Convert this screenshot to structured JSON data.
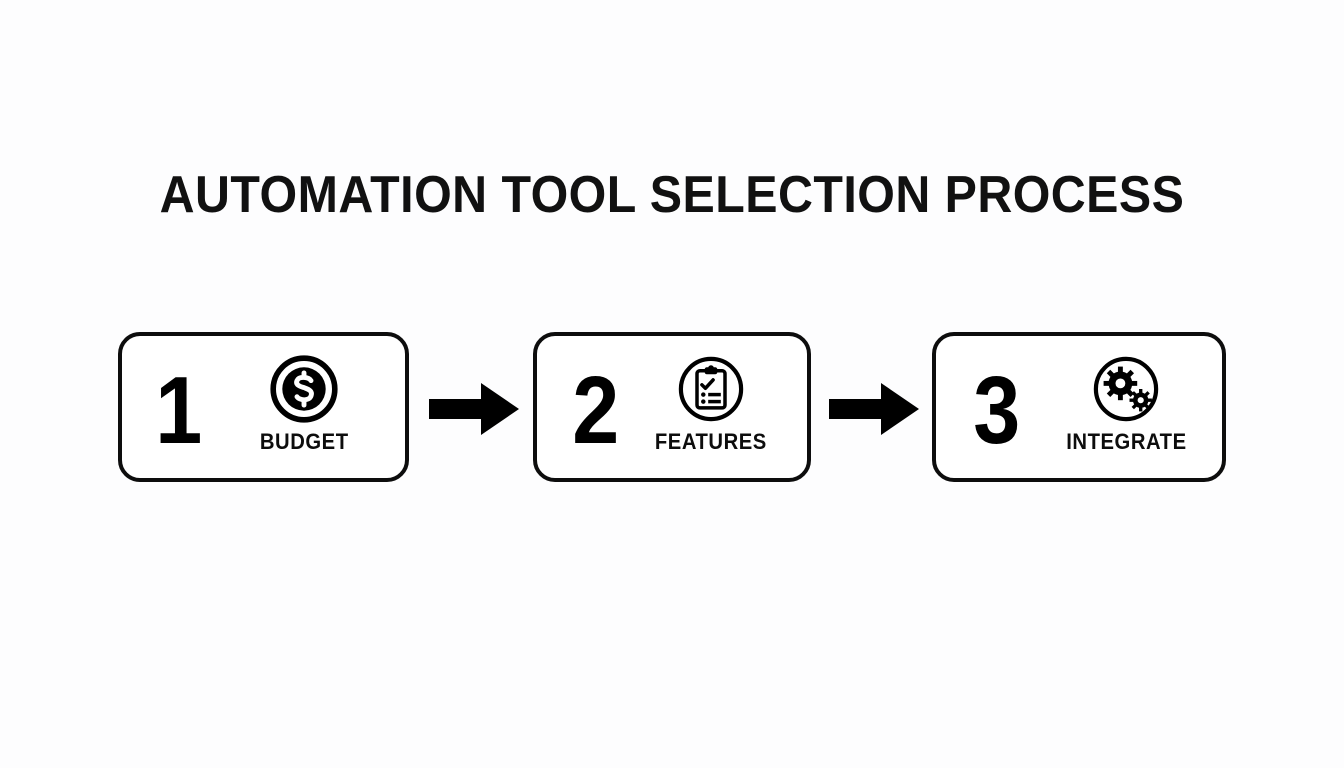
{
  "page": {
    "title": "AUTOMATION TOOL SELECTION PROCESS",
    "background_color": "#fdfdfe",
    "ink_color": "#0d0d0d"
  },
  "diagram": {
    "type": "linear-process-flow",
    "step_count": 3,
    "steps": [
      {
        "number": "1",
        "label": "BUDGET",
        "icon": "dollar-coin-icon"
      },
      {
        "number": "2",
        "label": "FEATURES",
        "icon": "clipboard-checklist-icon"
      },
      {
        "number": "3",
        "label": "INTEGRATE",
        "icon": "gears-icon"
      }
    ],
    "connectors": [
      {
        "icon": "arrow-right-icon",
        "from": "1",
        "to": "2"
      },
      {
        "icon": "arrow-right-icon",
        "from": "2",
        "to": "3"
      }
    ]
  }
}
